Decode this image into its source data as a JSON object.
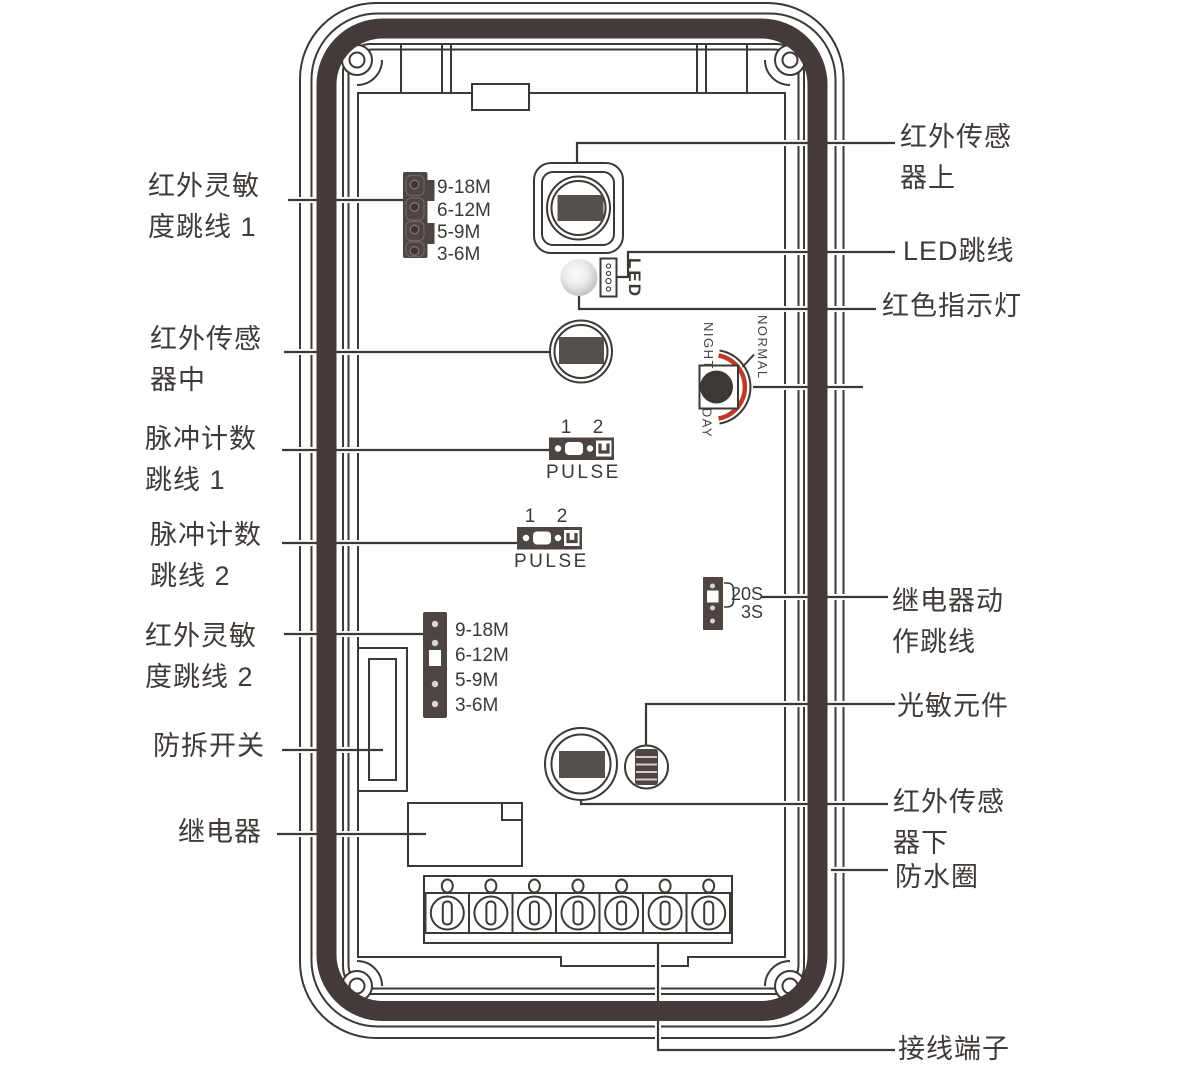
{
  "labels": {
    "left": [
      {
        "text": "红外灵敏\n度跳线 1"
      },
      {
        "text": "红外传感\n器中"
      },
      {
        "text": "脉冲计数\n跳线 1"
      },
      {
        "text": "脉冲计数\n跳线 2"
      },
      {
        "text": "红外灵敏\n度跳线 2"
      },
      {
        "text": "防拆开关"
      },
      {
        "text": "继电器"
      }
    ],
    "right": [
      {
        "text": "红外传感\n器上"
      },
      {
        "text": "LED跳线"
      },
      {
        "text": "红色指示灯"
      },
      {
        "text": "继电器动\n作跳线"
      },
      {
        "text": "光敏元件"
      },
      {
        "text": "红外传感\n器下"
      },
      {
        "text": "防水圈"
      },
      {
        "text": "接线端子"
      }
    ]
  },
  "components": {
    "sensitivity_jumper_1": {
      "ranges": [
        "9-18M",
        "6-12M",
        "5-9M",
        "3-6M"
      ]
    },
    "sensitivity_jumper_2": {
      "ranges": [
        "9-18M",
        "6-12M",
        "5-9M",
        "3-6M"
      ]
    },
    "pulse_jumper_1": {
      "pin1": "1",
      "pin2": "2",
      "label": "PULSE"
    },
    "pulse_jumper_2": {
      "pin1": "1",
      "pin2": "2",
      "label": "PULSE"
    },
    "relay_action_jumper": {
      "option_1": "20S",
      "option_2": "3S"
    },
    "day_night_dial": {
      "mode_night": "NIGHT",
      "mode_normal": "NORMAL",
      "mode_day": "DAY"
    },
    "led_jumper": {
      "label": "LED"
    }
  },
  "colors": {
    "line": "#3e3835",
    "waterproof_band": "#443b39",
    "component_fill": "#4c4542",
    "sensor_fill": "#55504d",
    "dial_arc_red": "#c03a29"
  }
}
